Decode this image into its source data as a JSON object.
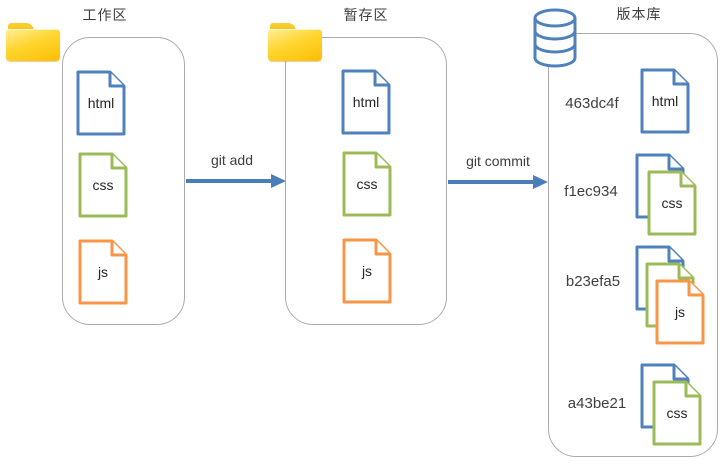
{
  "colors": {
    "file_blue": "#4f81bd",
    "file_green": "#9bbb59",
    "file_orange": "#f79646",
    "arrow_blue": "#4a7ebb",
    "box_border": "#ababab",
    "folder_yellow": "#ffd62e",
    "text": "#3d3d3d"
  },
  "icons": [
    "folder-icon",
    "database-icon",
    "file-icon"
  ],
  "working_area": {
    "title": "工作区",
    "files": [
      {
        "label": "html",
        "color": "#4f81bd"
      },
      {
        "label": "css",
        "color": "#9bbb59"
      },
      {
        "label": "js",
        "color": "#f79646"
      }
    ]
  },
  "staging_area": {
    "title": "暂存区",
    "files": [
      {
        "label": "html",
        "color": "#4f81bd"
      },
      {
        "label": "css",
        "color": "#9bbb59"
      },
      {
        "label": "js",
        "color": "#f79646"
      }
    ]
  },
  "repository": {
    "title": "版本库",
    "commits": [
      {
        "hash": "463dc4f",
        "file_label": "html",
        "stack_count": 1
      },
      {
        "hash": "f1ec934",
        "file_label": "css",
        "stack_count": 2
      },
      {
        "hash": "b23efa5",
        "file_label": "js",
        "stack_count": 3
      },
      {
        "hash": "a43be21",
        "file_label": "css",
        "stack_count": 2
      }
    ]
  },
  "arrows": {
    "git_add": "git add",
    "git_commit": "git commit"
  }
}
